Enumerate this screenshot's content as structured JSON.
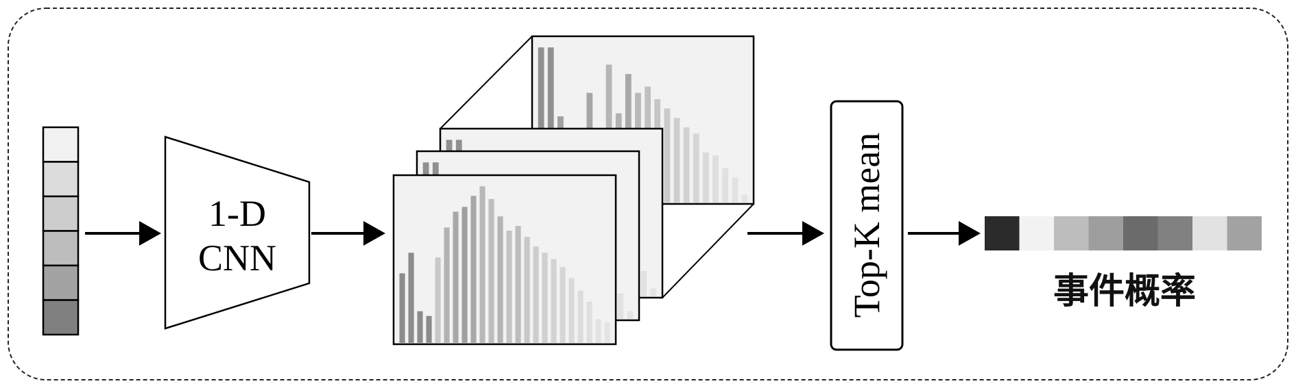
{
  "input_vector": {
    "cell_colors": [
      "#f2f2f2",
      "#dcdcdc",
      "#cdcdcd",
      "#bdbdbd",
      "#a3a3a3",
      "#808080"
    ]
  },
  "cnn_block": {
    "line1": "1-D",
    "line2": "CNN"
  },
  "feature_maps": {
    "front_bars": [
      0.44,
      0.57,
      0.2,
      0.17,
      0.54,
      0.73,
      0.83,
      0.86,
      0.93,
      0.99,
      0.91,
      0.8,
      0.71,
      0.74,
      0.67,
      0.61,
      0.57,
      0.53,
      0.48,
      0.41,
      0.33,
      0.26,
      0.15,
      0.13
    ],
    "front_colors": [
      "#8c8c8c",
      "#8c8c8c",
      "#8c8c8c",
      "#8c8c8c",
      "#c8c8c8",
      "#b2b2b2",
      "#a8a8a8",
      "#a0a0a0",
      "#a8a8a8",
      "#b8b8b8",
      "#bebebe",
      "#b4b4b4",
      "#c4c4c4",
      "#bdbdbd",
      "#c8c8c8",
      "#cdcdcd",
      "#d0d0d0",
      "#d3d3d3",
      "#d6d6d6",
      "#d9d9d9",
      "#dcdcdc",
      "#dfdfdf",
      "#e2e2e2",
      "#e4e4e4"
    ],
    "back_bars": [
      0.99,
      0.99,
      0.55,
      0.09,
      0.1,
      0.7,
      0.1,
      0.88,
      0.57,
      0.82,
      0.7,
      0.74,
      0.66,
      0.6,
      0.54,
      0.48,
      0.44,
      0.32,
      0.3,
      0.22,
      0.16,
      0.05
    ],
    "back_colors": [
      "#909090",
      "#909090",
      "#a0a0a0",
      "#a0a0a0",
      "#a0a0a0",
      "#a6a6a6",
      "#b0b0b0",
      "#b6b6b6",
      "#b2b2b2",
      "#a8a8a8",
      "#b8b8b8",
      "#c0c0c0",
      "#c6c6c6",
      "#cacaca",
      "#cecece",
      "#d2d2d2",
      "#d6d6d6",
      "#dadada",
      "#dedede",
      "#e0e0e0",
      "#e2e2e2",
      "#e4e4e4"
    ]
  },
  "topk_block": {
    "label": "Top-K mean"
  },
  "output": {
    "cell_colors": [
      "#2b2b2b",
      "#f2f2f2",
      "#bdbdbd",
      "#9e9e9e",
      "#6b6b6b",
      "#818181",
      "#e2e2e2",
      "#a3a3a3"
    ],
    "label": "事件概率"
  }
}
